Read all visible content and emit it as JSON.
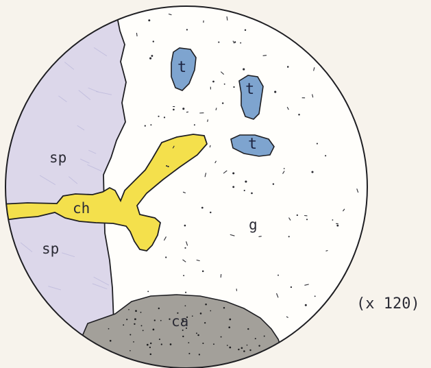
{
  "labels": {
    "sp_upper": "sp",
    "sp_lower": "sp",
    "ch": "ch",
    "g": "g",
    "ca": "ca",
    "t1": "t",
    "t2": "t",
    "t3": "t"
  },
  "magnification": "(x 120)",
  "colors": {
    "paper": "#f7f3ec",
    "circle_fill": "#fffefb",
    "sp": "#dcd7ea",
    "ch": "#f4e04c",
    "ca": "#a3a09a",
    "t": "#7ea4cf",
    "outline": "#1e1e22"
  }
}
